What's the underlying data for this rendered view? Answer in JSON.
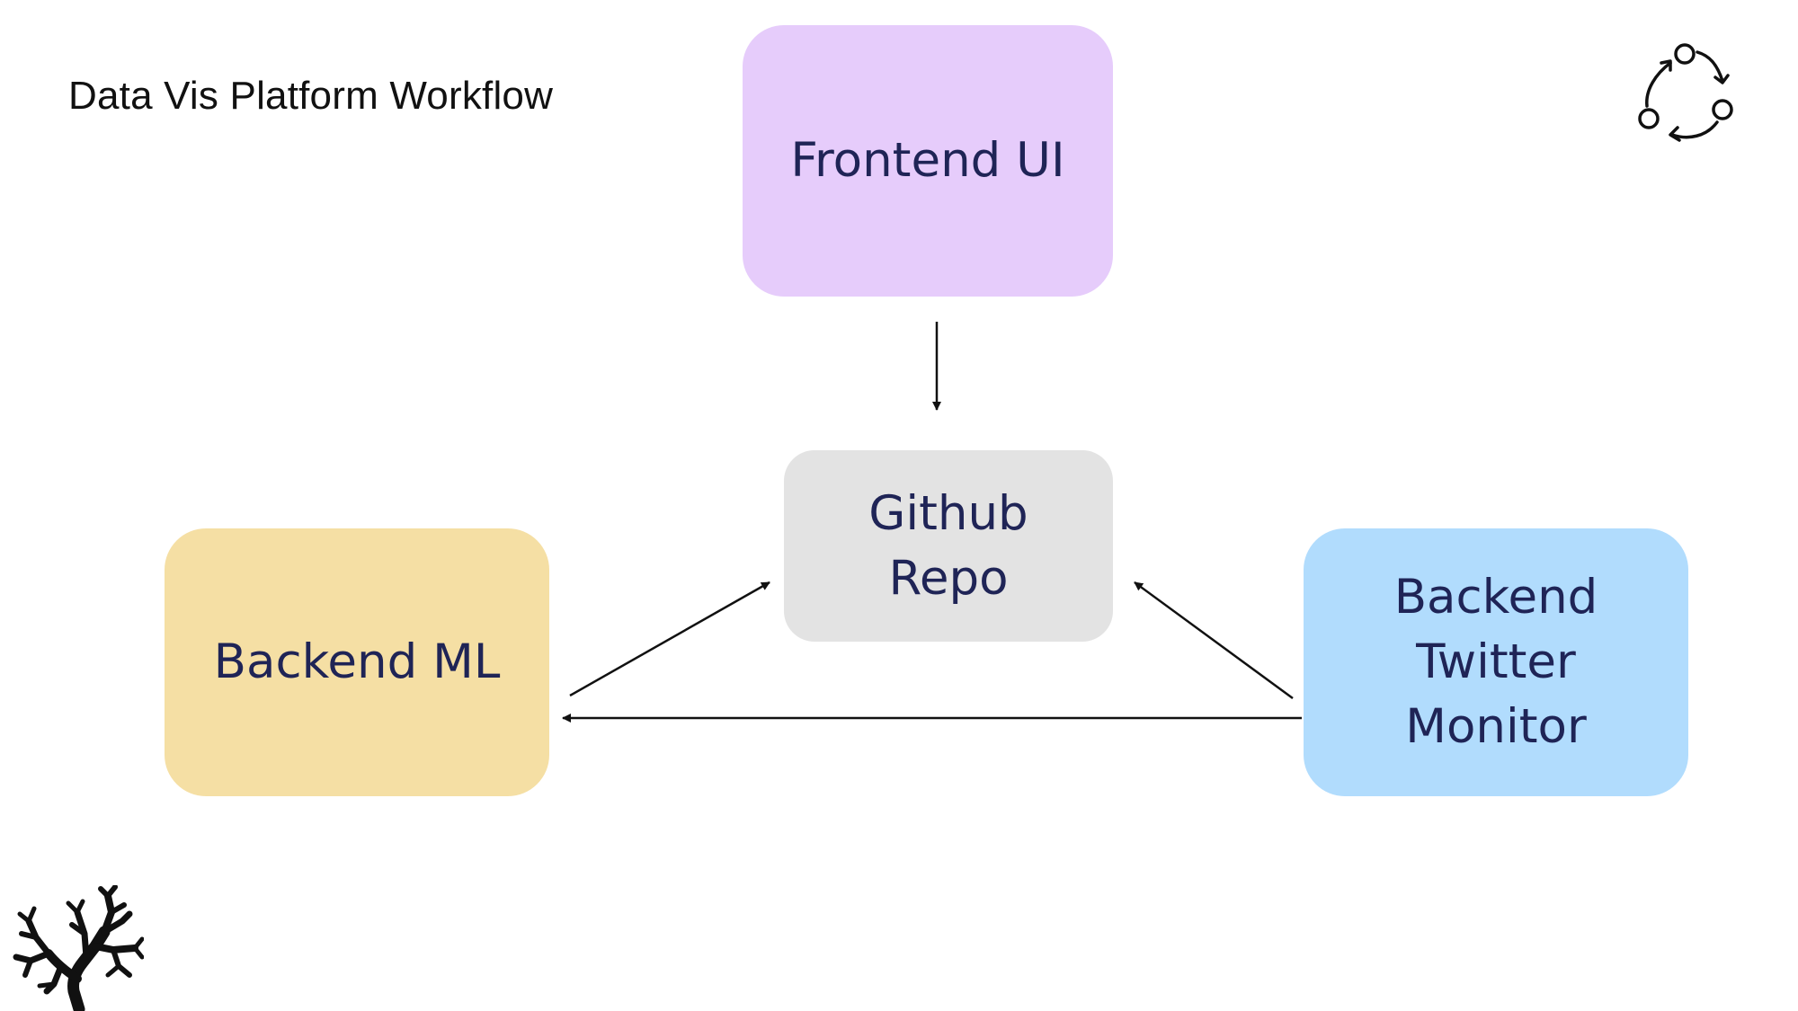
{
  "title": "Data Vis Platform Workflow",
  "nodes": {
    "frontend": {
      "label": "Frontend UI",
      "color": "#e6ccfb"
    },
    "github": {
      "label": "Github Repo",
      "color": "#e3e3e3"
    },
    "ml": {
      "label": "Backend ML",
      "color": "#f5dfa4"
    },
    "twitter": {
      "label": "Backend Twitter Monitor",
      "color": "#b1dcfd"
    }
  },
  "edges": [
    {
      "from": "Frontend UI",
      "to": "Github Repo"
    },
    {
      "from": "Backend ML",
      "to": "Github Repo"
    },
    {
      "from": "Backend Twitter Monitor",
      "to": "Github Repo"
    },
    {
      "from": "Backend Twitter Monitor",
      "to": "Backend ML"
    }
  ],
  "colors": {
    "node_text": "#1f2456",
    "arrow": "#111111"
  },
  "icons": {
    "top_right": "cycle-workflow-icon",
    "bottom_left": "tree-logo-icon"
  }
}
